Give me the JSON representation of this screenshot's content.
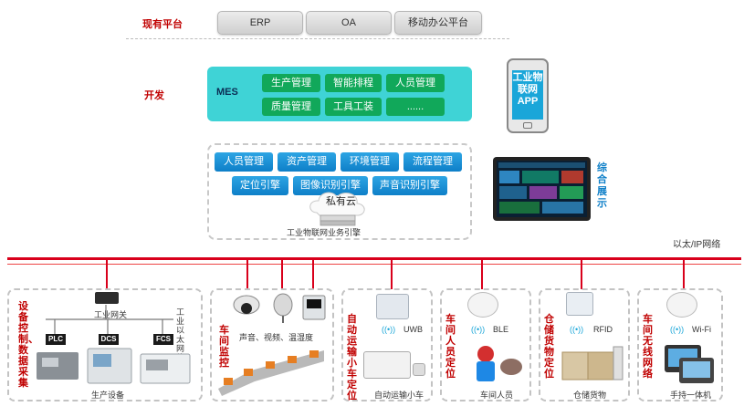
{
  "rows": {
    "existing_platform": "现有平台",
    "development": "开发"
  },
  "platforms": [
    "ERP",
    "OA",
    "移动办公平台"
  ],
  "mes": {
    "label": "MES",
    "items": [
      "生产管理",
      "智能排程",
      "人员管理",
      "质量管理",
      "工具工装",
      "......"
    ]
  },
  "phone_app": "工业物联网APP",
  "iot_platform": {
    "row1": [
      "人员管理",
      "资产管理",
      "环境管理",
      "流程管理"
    ],
    "row2": [
      "定位引擎",
      "图像识别引擎",
      "声音识别引擎"
    ],
    "cloud": "私有云",
    "engine": "工业物联网业务引擎"
  },
  "display_label": "综合展示",
  "network_label": "以太/IP网络",
  "panels": {
    "p1": {
      "title": "设备控制、数据采集",
      "gateway": "工业网关",
      "ethernet": "工业以太网络",
      "tags": [
        "PLC",
        "DCS",
        "FCS"
      ],
      "caption": "生产设备"
    },
    "p2": {
      "title": "车间监控",
      "caption": "声音、视频、温湿度"
    },
    "p3": {
      "title": "自动运输小车定位",
      "tech": "UWB",
      "caption": "自动运输小车"
    },
    "p4": {
      "title": "车间人员定位",
      "tech": "BLE",
      "caption": "车间人员"
    },
    "p5": {
      "title": "仓储货物定位",
      "tech": "RFID",
      "caption": "仓储货物"
    },
    "p6": {
      "title": "车间无线网络",
      "tech": "Wi-Fi",
      "caption": "手持一体机"
    }
  }
}
